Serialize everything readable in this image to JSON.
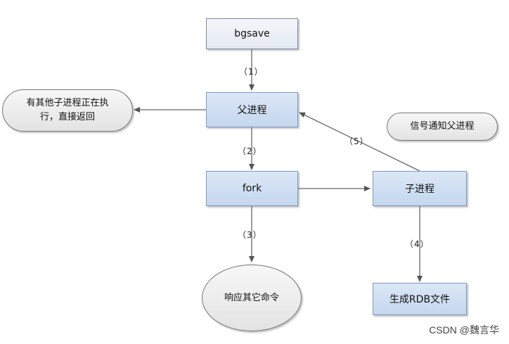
{
  "nodes": {
    "bgsave": "bgsave",
    "parent_process": "父进程",
    "fork": "fork",
    "child_process": "子进程",
    "generate_rdb": "生成RDB文件",
    "respond_commands": "响应其它命令",
    "other_child_running": "有其他子进程正在执\n行，直接返回",
    "signal_parent": "信号通知父进程"
  },
  "steps": {
    "s1": "（1）",
    "s2": "（2）",
    "s3": "（3）",
    "s4": "（4）",
    "s5": "（5）"
  },
  "watermark": "CSDN @魏言华"
}
